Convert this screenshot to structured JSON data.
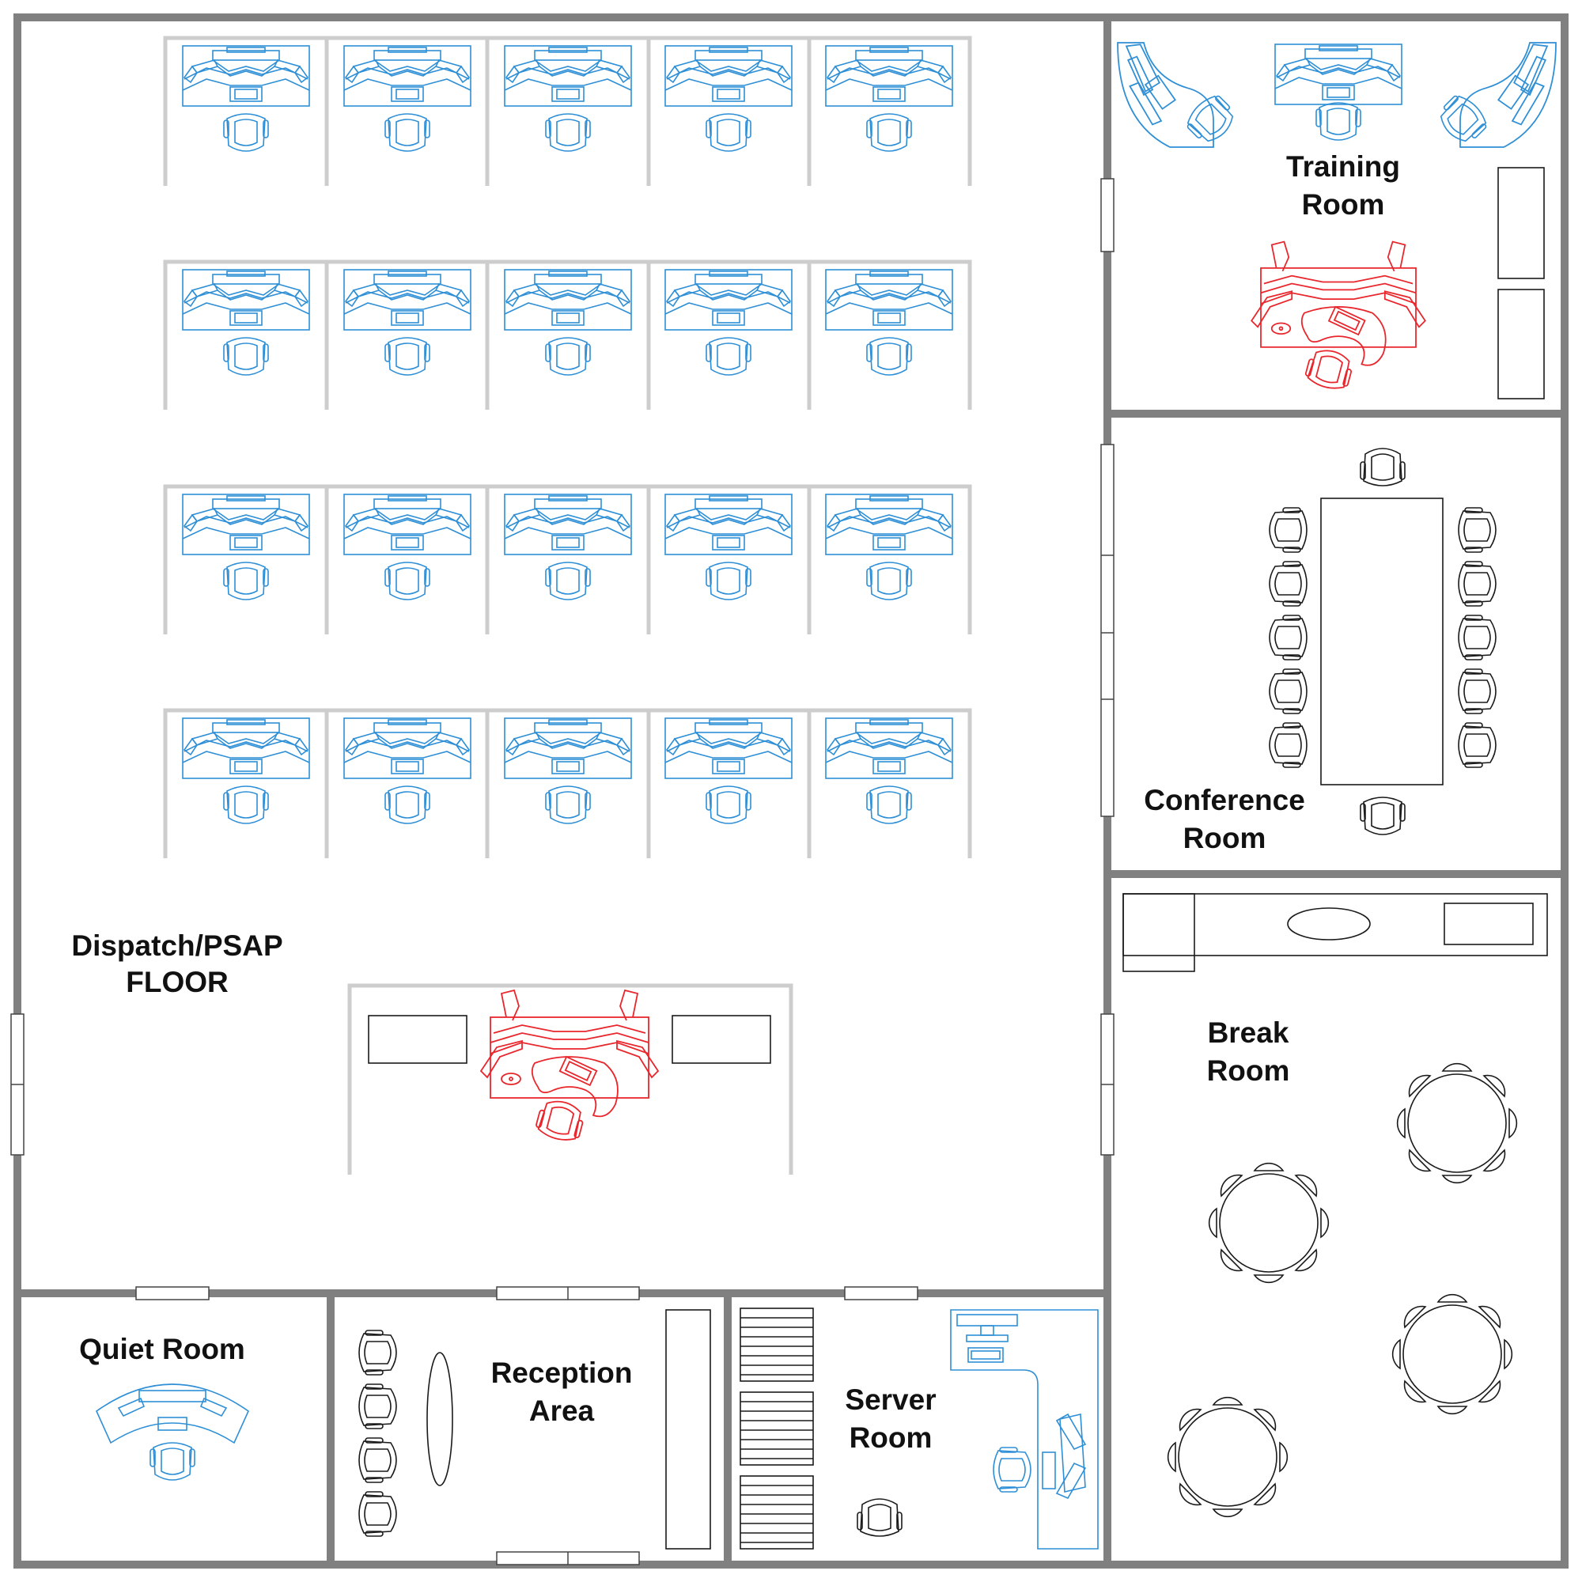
{
  "rooms": {
    "dispatch": {
      "line1": "Dispatch/PSAP",
      "line2": "FLOOR"
    },
    "training": {
      "line1": "Training",
      "line2": "Room"
    },
    "conference": {
      "line1": "Conference",
      "line2": "Room"
    },
    "break": {
      "line1": "Break",
      "line2": "Room"
    },
    "quiet": {
      "line1": "Quiet Room"
    },
    "reception": {
      "line1": "Reception",
      "line2": "Area"
    },
    "server": {
      "line1": "Server",
      "line2": "Room"
    }
  },
  "colors": {
    "wall": "#808080",
    "partition": "#cdcdcd",
    "workstation": "#2e8fd6",
    "supervisor": "#e8262c",
    "furniture": "#1a1a1a"
  },
  "dispatch_grid": {
    "rows": 4,
    "cols": 5
  },
  "break_room": {
    "round_tables": 4,
    "chairs_per_table": 8
  },
  "conference_room": {
    "side_chairs_per_side": 5
  }
}
